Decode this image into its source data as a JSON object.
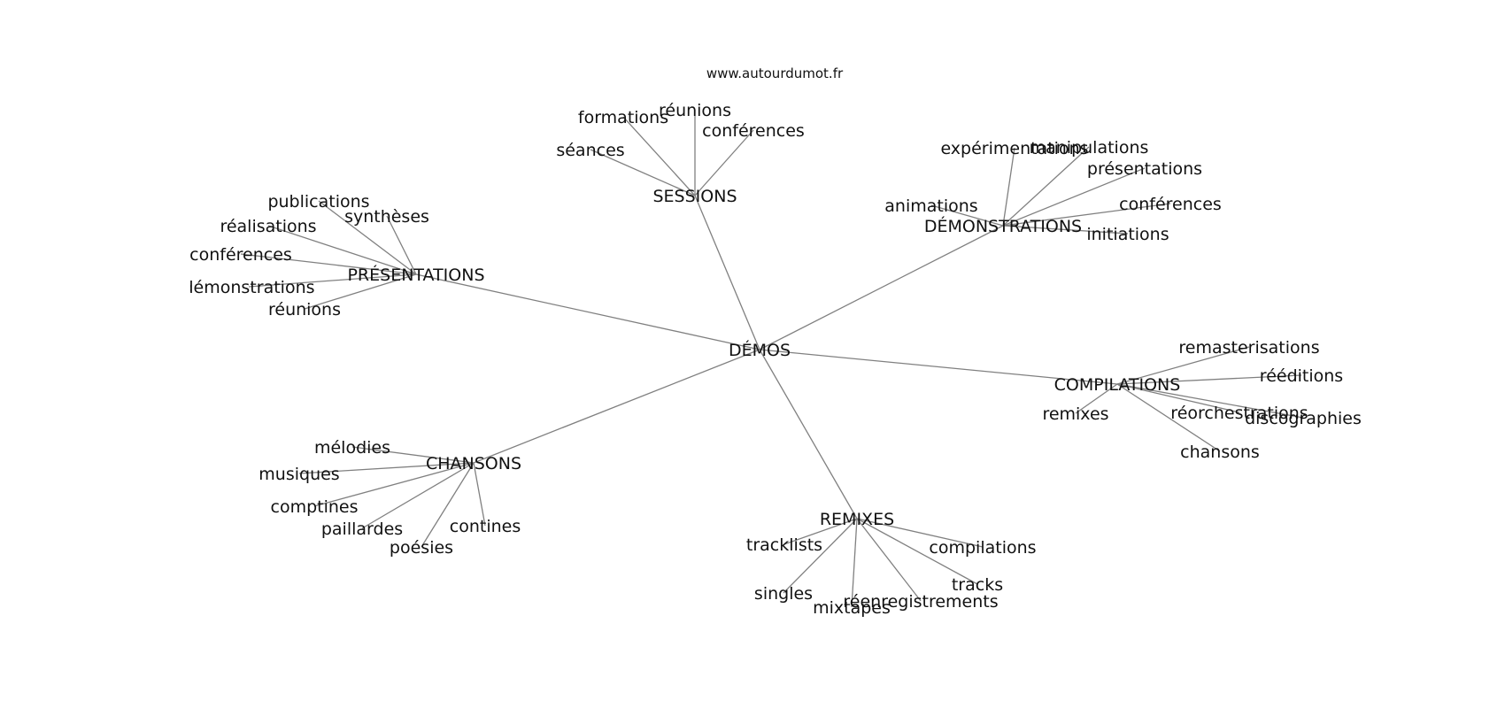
{
  "site": "www.autourdumot.fr",
  "center": "DÉMOS",
  "groups": [
    {
      "label": "SESSIONS",
      "children": [
        "formations",
        "réunions",
        "conférences",
        "séances"
      ]
    },
    {
      "label": "DÉMONSTRATIONS",
      "children": [
        "expérimentations",
        "manipulations",
        "présentations",
        "animations",
        "conférences",
        "initiations"
      ]
    },
    {
      "label": "PRÉSENTATIONS",
      "children": [
        "publications",
        "synthèses",
        "réalisations",
        "conférences",
        "démonstrations",
        "réunions"
      ]
    },
    {
      "label": "COMPILATIONS",
      "children": [
        "remasterisations",
        "rééditions",
        "remixes",
        "réorchestrations",
        "discographies",
        "chansons"
      ]
    },
    {
      "label": "CHANSONS",
      "children": [
        "mélodies",
        "musiques",
        "comptines",
        "paillardes",
        "poésies",
        "contines"
      ]
    },
    {
      "label": "REMIXES",
      "children": [
        "tracklists",
        "compilations",
        "tracks",
        "singles",
        "réenregistrements",
        "mixtapes"
      ]
    }
  ]
}
